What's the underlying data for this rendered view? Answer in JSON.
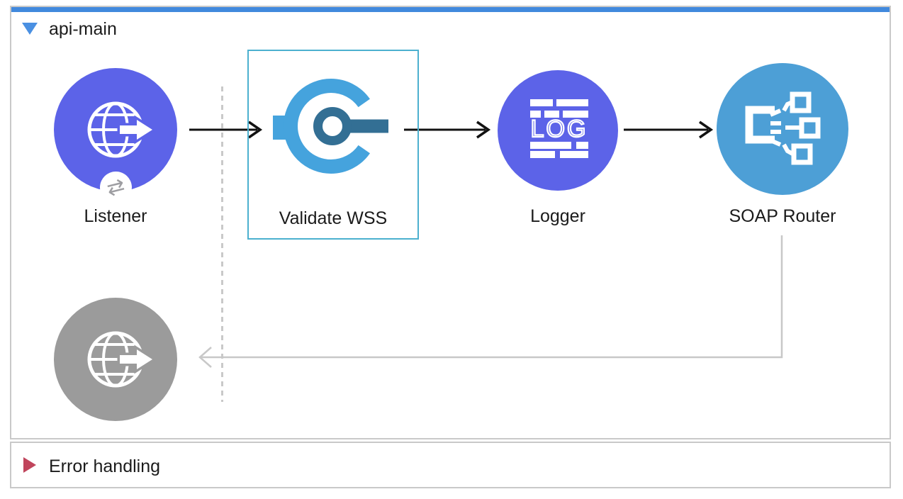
{
  "flow": {
    "title": "api-main",
    "state": "expanded",
    "nodes": [
      {
        "id": "listener",
        "label": "Listener",
        "type": "http-listener",
        "color": "#5c63e8",
        "selected": false
      },
      {
        "id": "validate-wss",
        "label": "Validate WSS",
        "type": "wss-validate",
        "selected": true,
        "selection_border_color": "#4cb0cf",
        "icon_colors": {
          "light": "#45a3dd",
          "dark": "#336f94"
        }
      },
      {
        "id": "logger",
        "label": "Logger",
        "type": "logger",
        "icon_text": "LOG",
        "color": "#5c63e8",
        "selected": false
      },
      {
        "id": "soap-router",
        "label": "SOAP Router",
        "type": "apikit-soap-router",
        "color": "#4d9fd6",
        "selected": false
      },
      {
        "id": "listener-response",
        "label": "",
        "type": "http-listener-response",
        "color": "#9b9b9b",
        "selected": false,
        "disabled": true
      }
    ],
    "connections": [
      {
        "from": "listener",
        "to": "validate-wss",
        "style": "solid-black-arrow"
      },
      {
        "from": "validate-wss",
        "to": "logger",
        "style": "solid-black-arrow"
      },
      {
        "from": "logger",
        "to": "soap-router",
        "style": "solid-black-arrow"
      },
      {
        "from": "soap-router",
        "to": "listener-response",
        "style": "gray-return-arrow"
      }
    ],
    "scope_divider": "vertical-dashed-line",
    "accent_bar_color": "#4189dd"
  },
  "error_handling": {
    "title": "Error handling",
    "state": "collapsed",
    "marker_color": "#c0455c"
  },
  "colors": {
    "node_purple": "#5c63e8",
    "node_blue": "#4d9fd6",
    "node_gray": "#9b9b9b",
    "border_gray": "#c9c9c9",
    "selection_cyan": "#4cb0cf",
    "accent_blue": "#4189dd",
    "expander_blue": "#4a90e2",
    "error_red": "#c0455c"
  }
}
